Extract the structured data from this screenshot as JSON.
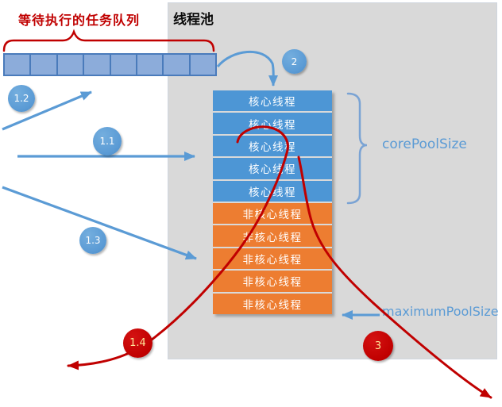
{
  "pool": {
    "title": "线程池",
    "core_thread_label": "核心线程",
    "non_core_thread_label": "非核心线程",
    "core_thread_count": 5,
    "non_core_thread_count": 5,
    "core_pool_size_label": "corePoolSize",
    "maximum_pool_size_label": "maximumPoolSize"
  },
  "queue": {
    "label": "等待执行的任务队列",
    "cell_count": 8
  },
  "badges": {
    "b11": "1.1",
    "b12": "1.2",
    "b13": "1.3",
    "b14": "1.4",
    "b2": "2",
    "b3": "3"
  },
  "colors": {
    "core_thread": "#4D96D5",
    "non_core_thread": "#ED7D31",
    "queue_fill": "#8CACDA",
    "queue_border": "#4A7BBB",
    "pool_bg": "#D9D9D9",
    "blue_accent": "#5B9BD5",
    "red_accent": "#C00000",
    "badge_text_red": "#FFE599"
  }
}
